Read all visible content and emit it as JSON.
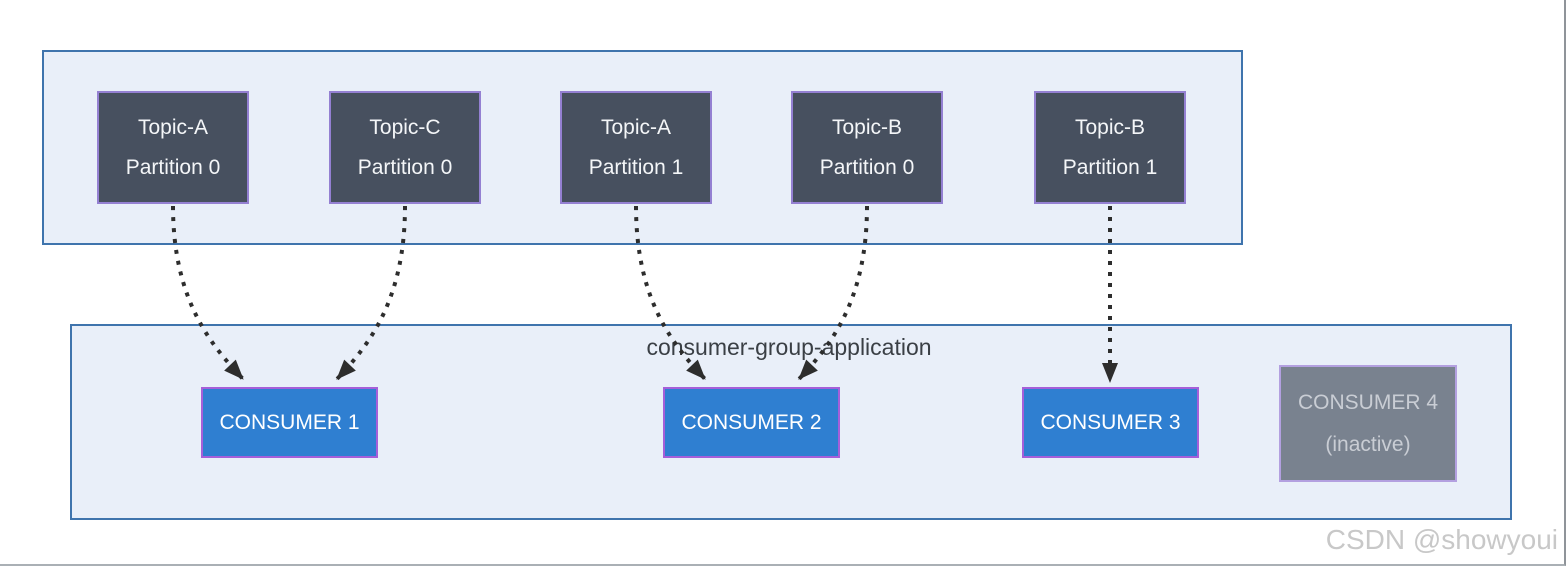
{
  "diagram": {
    "topics_panel": {
      "partitions": [
        {
          "topic": "Topic-A",
          "partition": "Partition 0"
        },
        {
          "topic": "Topic-C",
          "partition": "Partition 0"
        },
        {
          "topic": "Topic-A",
          "partition": "Partition 1"
        },
        {
          "topic": "Topic-B",
          "partition": "Partition 0"
        },
        {
          "topic": "Topic-B",
          "partition": "Partition 1"
        }
      ]
    },
    "consumer_group": {
      "label": "consumer-group-application",
      "consumers": [
        {
          "label": "CONSUMER 1"
        },
        {
          "label": "CONSUMER 2"
        },
        {
          "label": "CONSUMER 3"
        },
        {
          "label": "CONSUMER 4",
          "status": "(inactive)"
        }
      ]
    },
    "assignments": [
      {
        "from": "Topic-A Partition 0",
        "to": "CONSUMER 1"
      },
      {
        "from": "Topic-C Partition 0",
        "to": "CONSUMER 1"
      },
      {
        "from": "Topic-A Partition 1",
        "to": "CONSUMER 2"
      },
      {
        "from": "Topic-B Partition 0",
        "to": "CONSUMER 2"
      },
      {
        "from": "Topic-B Partition 1",
        "to": "CONSUMER 3"
      }
    ]
  },
  "watermark": "CSDN @showyoui",
  "colors": {
    "group-fill": "#e9eff9",
    "group-border": "#3f74ad",
    "partition-fill": "#47505f",
    "partition-border": "#9480d2",
    "partition-text": "#f4f6f8",
    "consumer-fill": "#2f7fd1",
    "consumer-border": "#a55fd9",
    "consumer-text": "#ffffff",
    "inactive-fill": "#79828f",
    "inactive-border": "#b3a0e0",
    "inactive-text": "#c9cdd4",
    "arrow": "#2d2d2d",
    "label-text": "#3a3f45",
    "watermark": "#c8c8c8"
  }
}
